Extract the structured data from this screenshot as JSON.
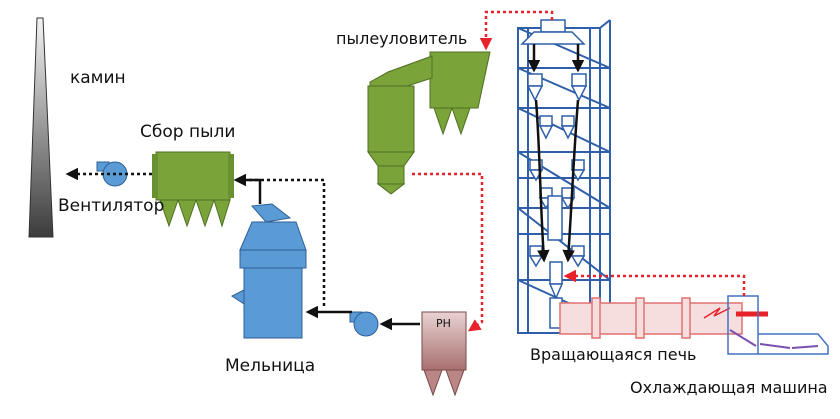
{
  "labels": {
    "chimney": "камин",
    "dust_collector": "Сбор пыли",
    "fan": "Вентилятор",
    "mill": "Мельница",
    "cyclone_dust_catcher": "пылеуловитель",
    "preheater_box": "PH",
    "rotary_kiln": "Вращающаяся печь",
    "cooler": "Охлаждающая машина"
  },
  "colors": {
    "green": "#7aa33a",
    "blue": "#5b9bd5",
    "tower": "#2e5fa8",
    "red_flow": "#e8222a",
    "black_flow": "#111111",
    "kiln": "#e07070",
    "cooler": "#4472c4",
    "ph_box": "#c99a9a"
  },
  "icons": {
    "fan": "centrifugal-fan-icon",
    "chimney": "chimney-icon"
  }
}
